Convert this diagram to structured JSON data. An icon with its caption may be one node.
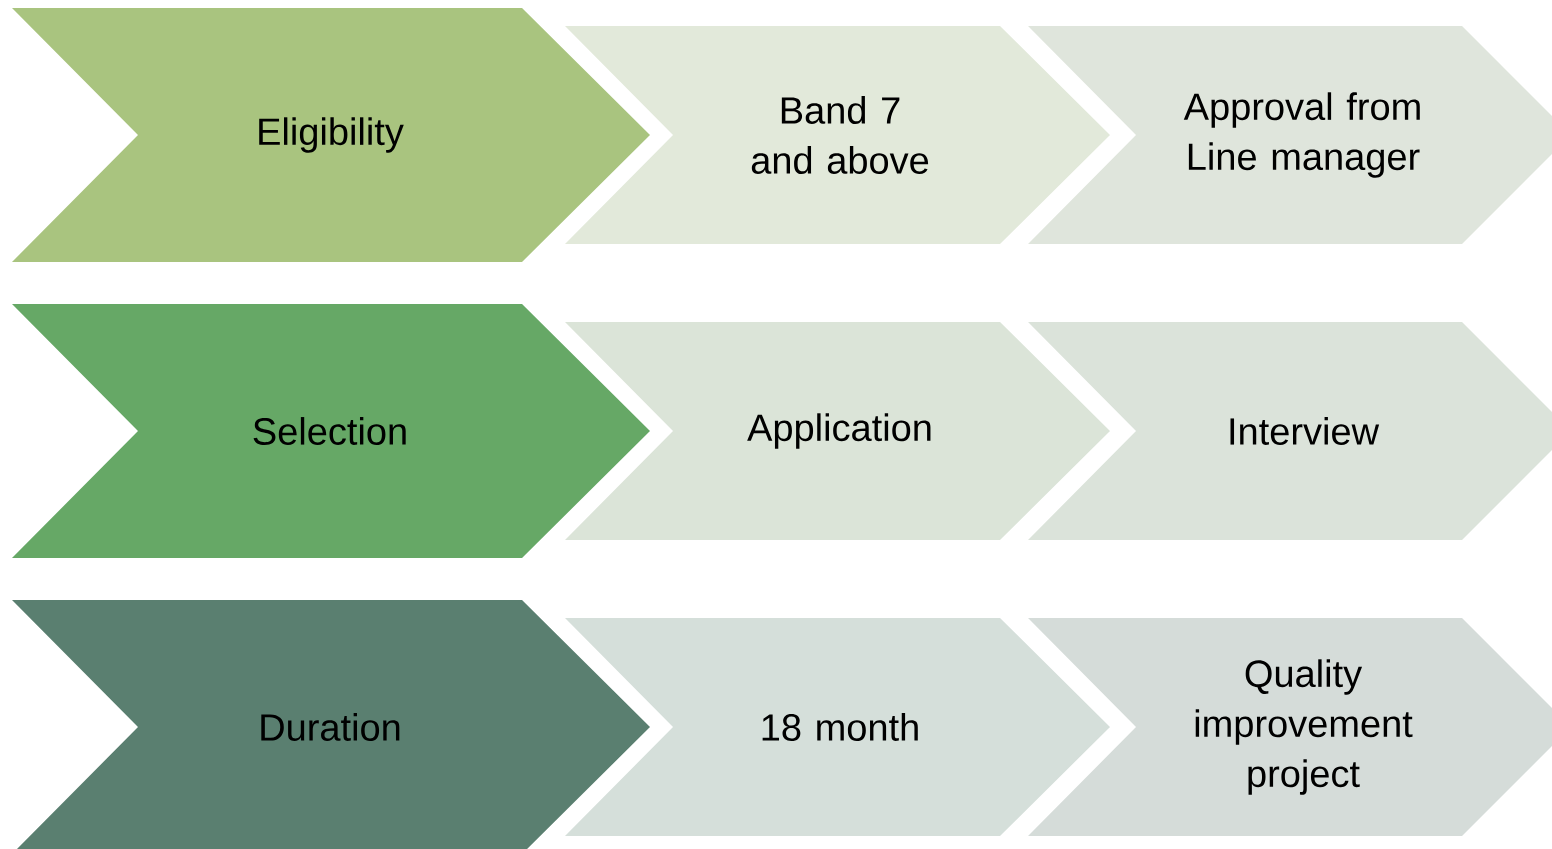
{
  "diagram": {
    "nodes": [
      {
        "text": [
          "Eligibility"
        ]
      },
      {
        "text": [
          "Band 7 and above"
        ]
      },
      {
        "text": [
          "Approval from Line manager"
        ]
      },
      {
        "text": [
          "Selection"
        ]
      },
      {
        "text": [
          "Application"
        ]
      },
      {
        "text": [
          "Interview"
        ]
      },
      {
        "text": [
          "Duration"
        ]
      },
      {
        "text": [
          "18 month"
        ]
      },
      {
        "text": [
          "Quality improvement project"
        ]
      }
    ]
  }
}
